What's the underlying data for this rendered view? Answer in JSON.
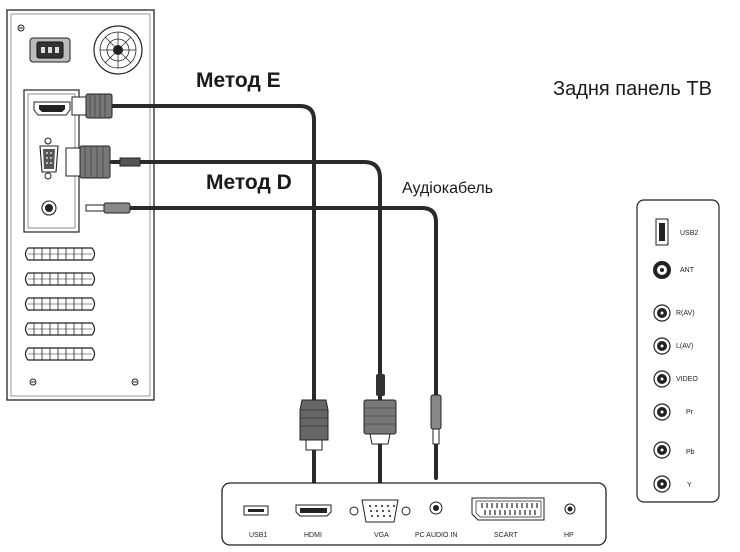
{
  "labels": {
    "method_e": "Метод E",
    "method_d": "Метод D",
    "audio_cable": "Аудіокабель",
    "tv_rear_panel": "Задня панель ТВ"
  },
  "bottom_ports": {
    "usb1": "USB1",
    "hdmi": "HDMI",
    "vga": "VGA",
    "pc_audio_in": "PC AUDIO IN",
    "scart": "SCART",
    "hp": "HP"
  },
  "side_ports": {
    "usb2": "USB2",
    "ant": "ANT",
    "r_av": "R(AV)",
    "l_av": "L(AV)",
    "video": "VIDEO",
    "pr": "Pr",
    "pb": "Pb",
    "y": "Y"
  }
}
